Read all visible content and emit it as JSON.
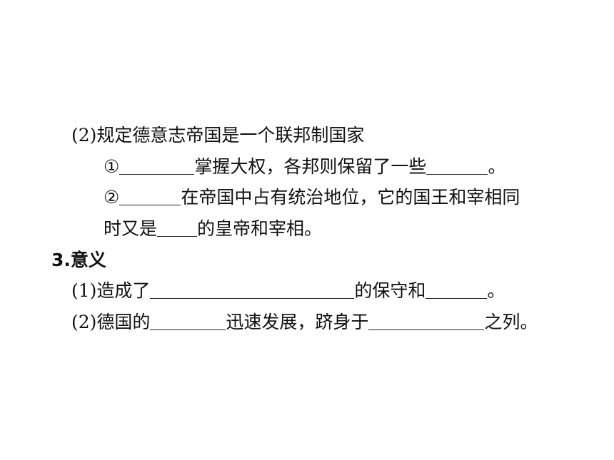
{
  "section2_item2": {
    "intro": "(2)规定德意志帝国是一个联邦制国家",
    "sub1": {
      "marker": "①",
      "text_mid": "掌握大权，各邦则保留了一些",
      "text_end": "。"
    },
    "sub2": {
      "marker": "②",
      "text_mid": "在帝国中占有统治地位，它的国王和宰相同",
      "cont_start": "时又是",
      "cont_end": "的皇帝和宰相。"
    }
  },
  "section3": {
    "heading": "3.意义",
    "item1": {
      "prefix": "(1)造成了",
      "mid": "的保守和",
      "end": "。"
    },
    "item2": {
      "prefix": "(2)德国的",
      "mid": "迅速发展，跻身于",
      "end": "之列。"
    }
  }
}
